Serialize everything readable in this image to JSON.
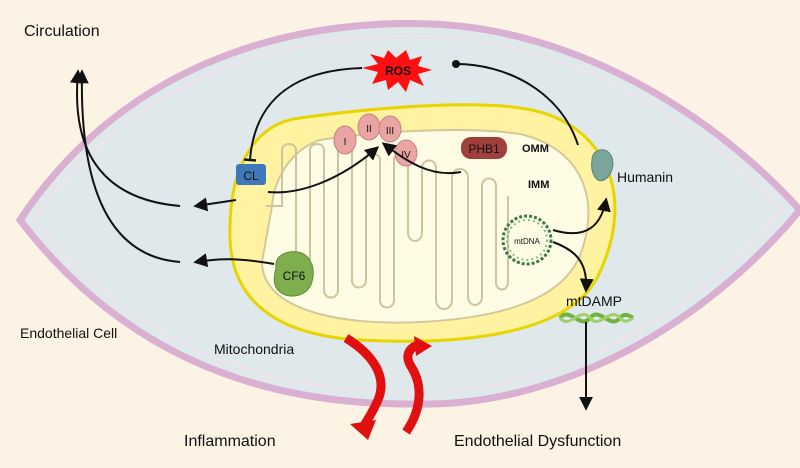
{
  "labels": {
    "circulation": "Circulation",
    "endothelial_cell": "Endothelial Cell",
    "mitochondria": "Mitochondria",
    "inflammation": "Inflammation",
    "endothelial_dysfunction": "Endothelial Dysfunction",
    "ros": "ROS",
    "omm": "OMM",
    "imm": "IMM",
    "humanin": "Humanin",
    "mtdamp": "mtDAMP",
    "mtdna": "mtDNA",
    "cl": "CL",
    "cf6": "CF6",
    "phb1": "PHB1"
  },
  "complexes": [
    "I",
    "II",
    "III",
    "IV"
  ],
  "colors": {
    "background": "#fcf3e5",
    "cell_fill": "#dfe8ea",
    "cell_border": "#d9b0d2",
    "mito_fill": "#fff2a0",
    "mito_border": "#e7d400",
    "ros": "#ff1010",
    "complex": "#e8a5a4",
    "phb1": "#a0403c",
    "cl": "#3f78b8",
    "cf6": "#7fae4f",
    "humanin": "#7aa59a",
    "mtdamp": "#6fb23c",
    "arrows_red": "#e01010"
  }
}
